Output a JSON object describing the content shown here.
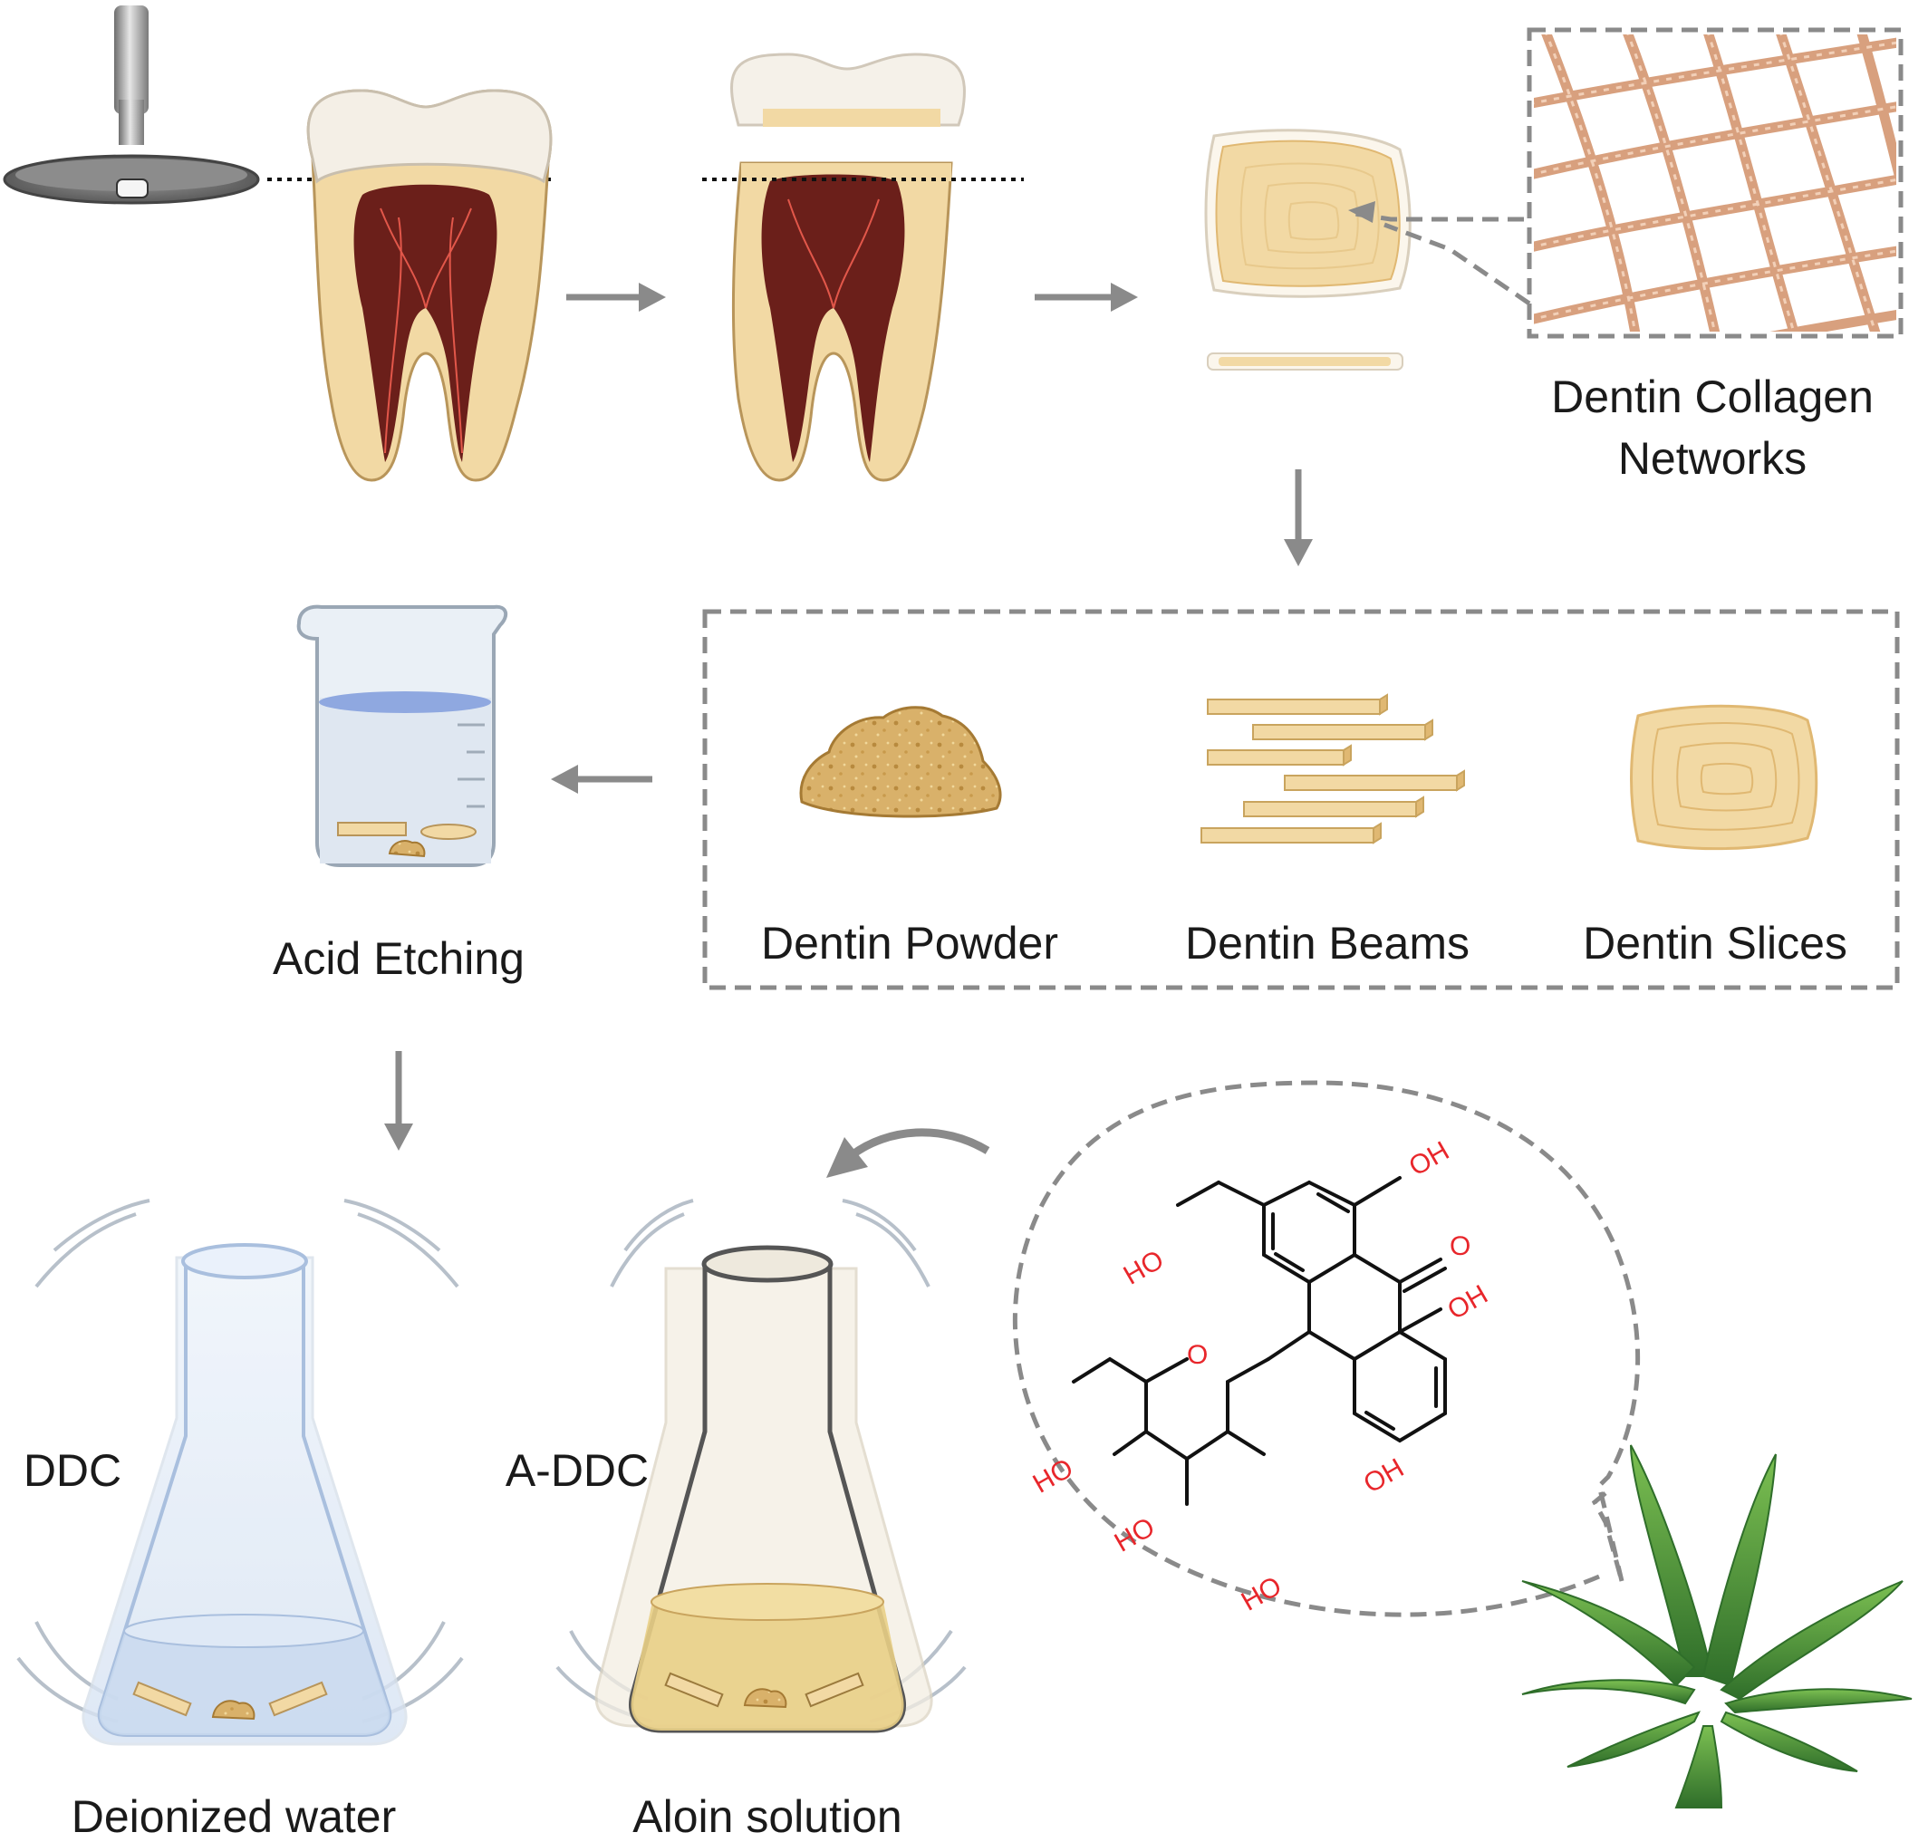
{
  "labels": {
    "collagen": [
      "Dentin Collagen",
      "Networks"
    ],
    "powder": "Dentin Powder",
    "beams": "Dentin Beams",
    "slices": "Dentin Slices",
    "acid": "Acid Etching",
    "ddc": "DDC",
    "addc": "A-DDC",
    "water": "Deionized water",
    "aloin": "Aloin solution"
  },
  "chem": {
    "oh": "OH",
    "ho": "HO",
    "o": "O"
  },
  "colors": {
    "dentin": "#f2d9a4",
    "dentin_dark": "#e0b872",
    "pulp": "#6b1f1a",
    "enamel": "#f4efe6",
    "water": "#8fa8e0",
    "aloin_solution": "#e9cf86",
    "aloe": "#4f9a3a",
    "arrow": "#8a8a8a"
  }
}
